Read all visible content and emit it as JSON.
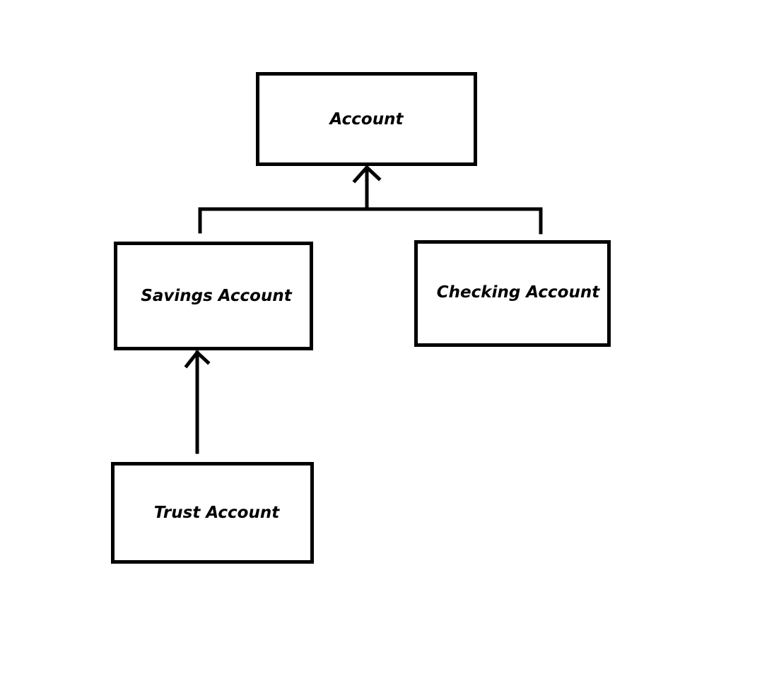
{
  "diagram": {
    "nodes": {
      "account": {
        "label": "Account"
      },
      "savings": {
        "label": "Savings Account"
      },
      "checking": {
        "label": "Checking Account"
      },
      "trust": {
        "label": "Trust Account"
      }
    },
    "edges": [
      {
        "from": "Savings Account",
        "to": "Account",
        "type": "inheritance"
      },
      {
        "from": "Checking Account",
        "to": "Account",
        "type": "inheritance"
      },
      {
        "from": "Trust Account",
        "to": "Savings Account",
        "type": "inheritance"
      }
    ],
    "colors": {
      "stroke": "#000000",
      "background": "#ffffff"
    }
  }
}
